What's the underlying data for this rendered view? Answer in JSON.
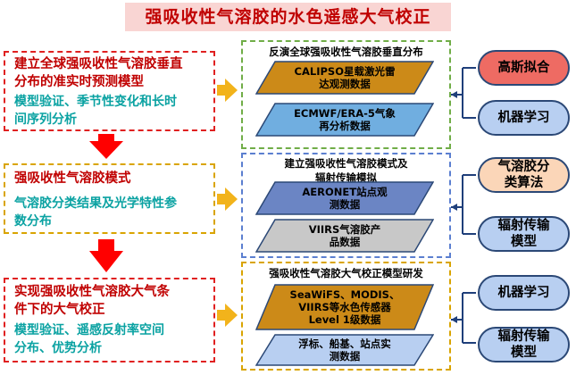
{
  "title": "强吸收性气溶胶的水色遥感大气校正",
  "left": [
    {
      "heading": "建立全球强吸收性气溶胶垂直分布的准实时预测模型",
      "heading_lines": [
        "建立全球强吸收性气溶胶垂直",
        "分布的准实时预测模型"
      ],
      "detail_lines": [
        "模型验证、季节性变化和长时",
        "间序列分析"
      ]
    },
    {
      "heading_lines": [
        "强吸收性气溶胶模式"
      ],
      "detail_lines": [
        "气溶胶分类结果及光学特性参",
        "数分布"
      ]
    },
    {
      "heading_lines": [
        "实现强吸收性气溶胶大气条",
        "件下的大气校正"
      ],
      "detail_lines": [
        "模型验证、遥感反射率空间",
        "分布、优势分析"
      ]
    }
  ],
  "middle": [
    {
      "header_lines": [
        "反演全球强吸收性气溶胶垂直分布"
      ],
      "items": [
        {
          "lines": [
            "CALIPSO星载激光雷",
            "达观测数据"
          ],
          "fill": "#cc8a18"
        },
        {
          "lines": [
            "ECMWF/ERA-5气象",
            "再分析数据"
          ],
          "fill": "#70aee0"
        }
      ]
    },
    {
      "header_lines": [
        "建立强吸收性气溶胶模式及",
        "辐射传输模拟"
      ],
      "items": [
        {
          "lines": [
            "AERONET站点观",
            "测数据"
          ],
          "fill": "#6b85c4"
        },
        {
          "lines": [
            "VIIRS气溶胶产",
            "品数据"
          ],
          "fill": "#c8c8c8"
        }
      ]
    },
    {
      "header_lines": [
        "强吸收性气溶胶大气校正模型研发"
      ],
      "items": [
        {
          "lines": [
            "SeaWiFS、MODIS、",
            "VIIRS等水色传感器",
            "Level 1级数据"
          ],
          "fill": "#cc8a18"
        },
        {
          "lines": [
            "浮标、船基、站点实",
            "测数据"
          ],
          "fill": "#b8cff1"
        }
      ]
    }
  ],
  "right": [
    {
      "label_lines": [
        "高斯拟合"
      ],
      "style": "red"
    },
    {
      "label_lines": [
        "机器学习"
      ],
      "style": "blue"
    },
    {
      "label_lines": [
        "气溶胶分",
        "类算法"
      ],
      "style": "peach"
    },
    {
      "label_lines": [
        "辐射传输",
        "模型"
      ],
      "style": "blue"
    },
    {
      "label_lines": [
        "机器学习"
      ],
      "style": "blue"
    },
    {
      "label_lines": [
        "辐射传输",
        "模型"
      ],
      "style": "blue"
    }
  ],
  "colors": {
    "title_bg": "#f9d5d3",
    "title_text": "#c00000",
    "arrow_red": "#ff0000",
    "arrow_gold": "#f2b31b",
    "dash_red": "#e02020",
    "dash_gold": "#d9a400",
    "dash_blue": "#5b7fd0",
    "dash_green": "#70ad47"
  }
}
